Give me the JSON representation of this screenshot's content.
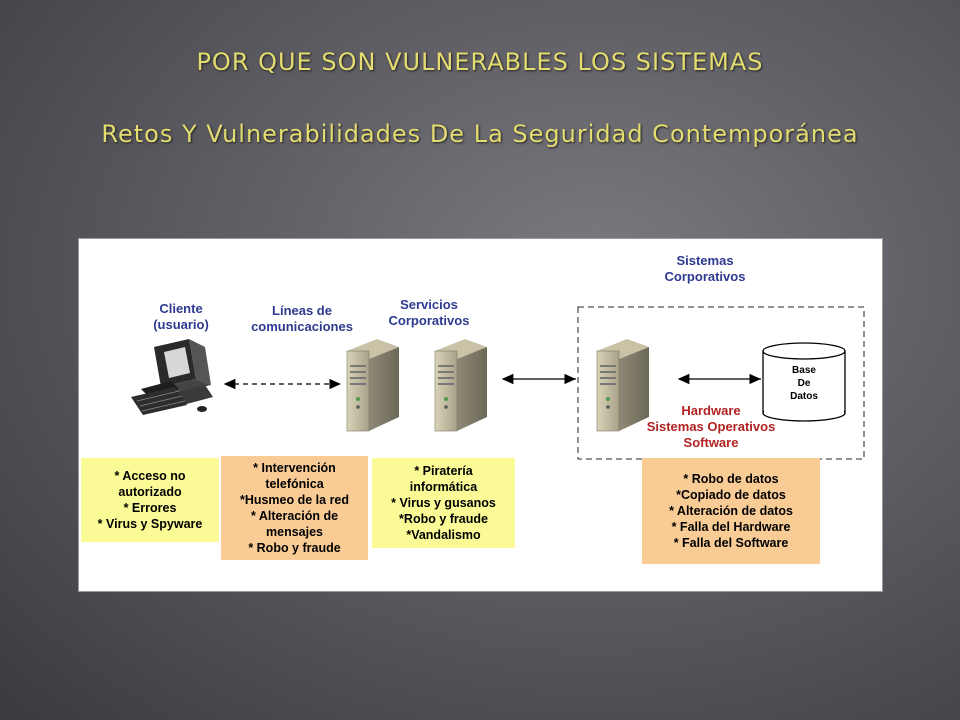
{
  "slide": {
    "title": "POR QUE SON VULNERABLES LOS SISTEMAS",
    "subtitle": "Retos Y Vulnerabilidades De La Seguridad Contemporánea"
  },
  "diagram": {
    "labels": {
      "client": [
        "Cliente",
        "(usuario)"
      ],
      "lines": [
        "Líneas de",
        "comunicaciones"
      ],
      "services": [
        "Servicios",
        "Corporativos"
      ],
      "systems": [
        "Sistemas",
        "Corporativos"
      ]
    },
    "database": [
      "Base",
      "De",
      "Datos"
    ],
    "hardware_stack": {
      "lines": [
        "Hardware",
        "Sistemas Operativos",
        "Software"
      ],
      "colors": [
        "#b22222",
        "#b22222",
        "#b22222"
      ]
    },
    "boxes": {
      "client": [
        "* Acceso no",
        "autorizado",
        "* Errores",
        "* Virus y Spyware"
      ],
      "lines": [
        "* Intervención",
        "telefónica",
        "*Husmeo de la red",
        "* Alteración de",
        "mensajes",
        "* Robo y fraude"
      ],
      "services": [
        "* Piratería",
        "informática",
        "* Virus y gusanos",
        "*Robo y fraude",
        "*Vandalismo"
      ],
      "systems": [
        "* Robo de datos",
        "*Copiado de datos",
        "* Alteración de datos",
        "* Falla del Hardware",
        "* Falla del Software"
      ]
    },
    "colors": {
      "label_blue": "#2e3a8f",
      "yellow_box": "#fafa96",
      "orange_box": "#f9cc96",
      "title_gold": "#e3dc70"
    },
    "icons": [
      "desktop-computer-icon",
      "server-icon",
      "database-cylinder-icon"
    ]
  }
}
